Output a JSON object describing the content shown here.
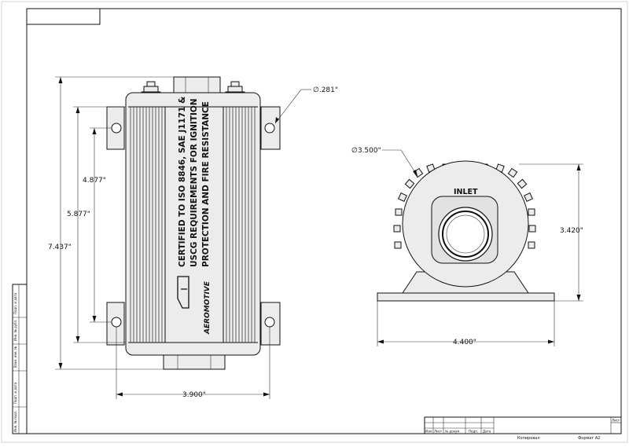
{
  "drawing": {
    "front_view": {
      "certification_text": [
        "CERTIFIED TO ISO 8846, SAE J1171 &",
        "USCG REQUIREMENTS FOR IGNITION",
        "PROTECTION AND FIRE RESISTANCE"
      ],
      "brand": "AEROMOTIVE",
      "dimensions": {
        "hole_diameter": "∅.281\"",
        "overall_height": "7.437\"",
        "mount_spacing_outer": "5.877\"",
        "mount_spacing_inner": "4.877\"",
        "mount_width": "3.900\""
      }
    },
    "end_view": {
      "port_label": "INLET",
      "dimensions": {
        "body_diameter": "∅3.500\"",
        "height": "3.420\"",
        "base_width": "4.400\""
      }
    },
    "side_stamp_labels": [
      "Подп. и дата",
      "Инв. № дубл.",
      "Взам. инв. №",
      "Подп. и дата",
      "Инв. № подл."
    ],
    "title_block": {
      "sheet_label": "Лист",
      "column_labels": [
        "Изм.",
        "Лист",
        "№ докум.",
        "Подп.",
        "Дата"
      ],
      "copied_label": "Копировал",
      "format_label": "Формат А2"
    }
  },
  "colors": {
    "ink": "#111111",
    "fill": "#ececec",
    "paper": "#ffffff"
  }
}
